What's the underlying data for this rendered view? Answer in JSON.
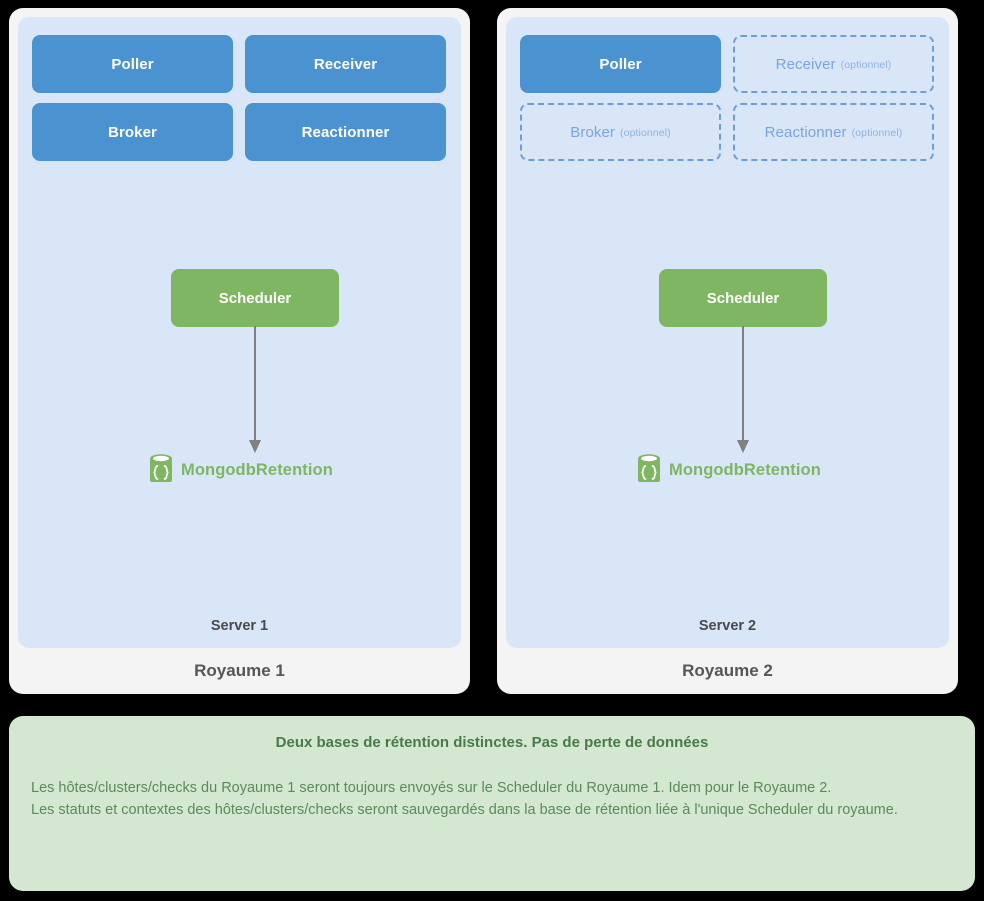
{
  "diagram": {
    "realms": [
      {
        "id": "realm-1",
        "caption": "Royaume 1",
        "server": {
          "caption": "Server 1",
          "daemons": [
            {
              "label": "Poller",
              "optional": false,
              "optional_tag": ""
            },
            {
              "label": "Receiver",
              "optional": false,
              "optional_tag": ""
            },
            {
              "label": "Broker",
              "optional": false,
              "optional_tag": ""
            },
            {
              "label": "Reactionner",
              "optional": false,
              "optional_tag": ""
            }
          ],
          "scheduler": {
            "label": "Scheduler"
          },
          "retention": {
            "label": "MongodbRetention",
            "icon": "database-icon"
          }
        }
      },
      {
        "id": "realm-2",
        "caption": "Royaume 2",
        "server": {
          "caption": "Server 2",
          "daemons": [
            {
              "label": "Poller",
              "optional": false,
              "optional_tag": ""
            },
            {
              "label": "Receiver",
              "optional": true,
              "optional_tag": "(optionnel)"
            },
            {
              "label": "Broker",
              "optional": true,
              "optional_tag": "(optionnel)"
            },
            {
              "label": "Reactionner",
              "optional": true,
              "optional_tag": "(optionnel)"
            }
          ],
          "scheduler": {
            "label": "Scheduler"
          },
          "retention": {
            "label": "MongodbRetention",
            "icon": "database-icon"
          }
        }
      }
    ],
    "note": {
      "title": "Deux bases de rétention distinctes. Pas de perte de données",
      "lines": [
        "Les hôtes/clusters/checks du Royaume 1 seront toujours envoyés sur le Scheduler du Royaume 1. Idem pour le Royaume 2.",
        "Les statuts et contextes des hôtes/clusters/checks seront sauvegardés dans la base de rétention liée à l'unique Scheduler du royaume."
      ]
    },
    "colors": {
      "daemon_solid": "#4a93d0",
      "daemon_optional_border": "#6d9ed6",
      "daemon_optional_text": "#7ba5da",
      "scheduler": "#7fb662",
      "server_panel": "#d9e6f8",
      "realm_card": "#f4f4f4",
      "note_card": "#d4e7d1",
      "note_text": "#5b8a5b",
      "arrow": "#808080",
      "page_background": "#000000"
    }
  }
}
